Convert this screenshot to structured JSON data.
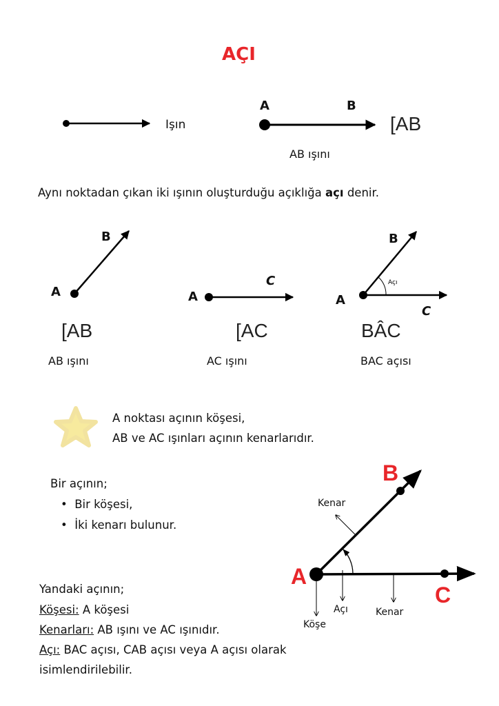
{
  "title": "AÇI",
  "intro": {
    "ray_label": "Işın",
    "point_a": "A",
    "point_b": "B",
    "notation": "[AB",
    "caption": "AB ışını"
  },
  "definition": {
    "before": "Aynı noktadan çıkan iki ışının oluşturduğu açıklığa ",
    "bold": "açı",
    "after": " denir."
  },
  "examples": [
    {
      "p1": "A",
      "p2": "B",
      "notation": "[AB",
      "caption": "AB ışını"
    },
    {
      "p1": "A",
      "p2": "C",
      "notation": "[AC",
      "caption": "AC ışını"
    },
    {
      "p1": "A",
      "p2": "B",
      "p3": "C",
      "angle": "Açı",
      "notation": "BÂC",
      "caption": "BAC açısı"
    }
  ],
  "note": {
    "line1": "A noktası açının köşesi,",
    "line2": "AB ve AC ışınları açının kenarlarıdır."
  },
  "parts": {
    "heading": "Bir açının;",
    "items": [
      "Bir köşesi,",
      "İki kenarı bulunur."
    ]
  },
  "diagram": {
    "a": "A",
    "b": "B",
    "c": "C",
    "kenar1": "Kenar",
    "kenar2": "Kenar",
    "kose": "Köşe",
    "aci": "Açı"
  },
  "summary": {
    "heading": "Yandaki açının;",
    "kose_label": "Köşesi:",
    "kose_value": " A köşesi",
    "kenar_label": "Kenarları:",
    "kenar_value": " AB  ışını  ve AC  ışınıdır.",
    "aci_label": "Açı:",
    "aci_value": " BAC  açısı, CAB  açısı veya A açısı olarak",
    "aci_value2": "isimlendirilebilir."
  },
  "colors": {
    "accent": "#e8262a",
    "star": "#f7ea9e"
  }
}
